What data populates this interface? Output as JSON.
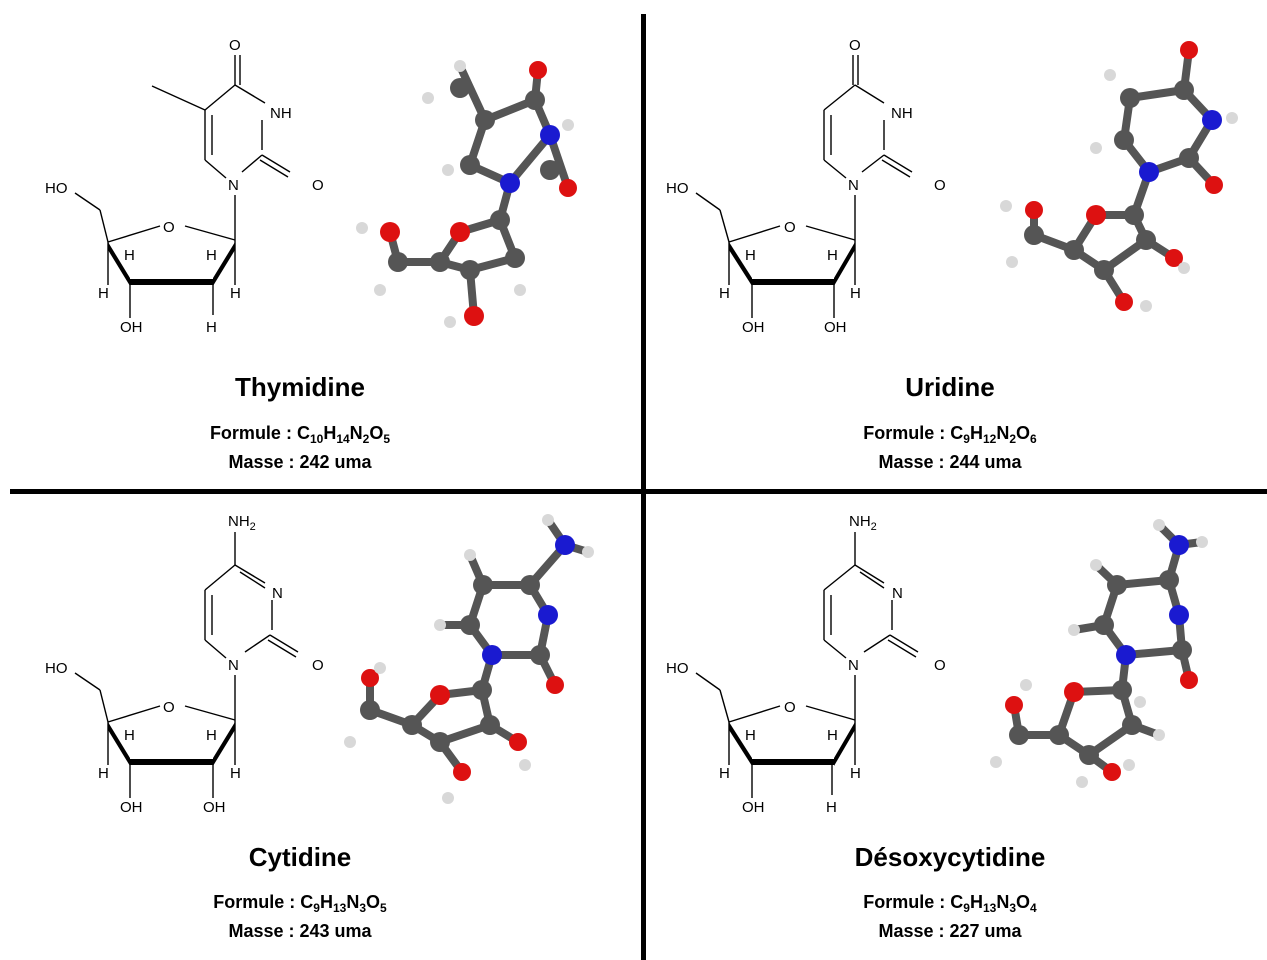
{
  "panels": [
    {
      "name": "Thymidine",
      "formula_label": "Formule : ",
      "formula": [
        [
          "C",
          "10"
        ],
        [
          "H",
          "14"
        ],
        [
          "N",
          "2"
        ],
        [
          "O",
          "5"
        ]
      ],
      "mass": "Masse : 242 uma",
      "atoms": {
        "O1": "O",
        "NH": "NH",
        "O2": "O",
        "N": "N",
        "HO": "HO",
        "Or": "O",
        "H1": "H",
        "H2": "H",
        "H3": "H",
        "H4": "H",
        "OH": "OH",
        "H5": "H"
      }
    },
    {
      "name": "Uridine",
      "formula_label": "Formule : ",
      "formula": [
        [
          "C",
          "9"
        ],
        [
          "H",
          "12"
        ],
        [
          "N",
          "2"
        ],
        [
          "O",
          "6"
        ]
      ],
      "mass": "Masse : 244 uma",
      "atoms": {
        "O1": "O",
        "NH": "NH",
        "O2": "O",
        "N": "N",
        "HO": "HO",
        "Or": "O",
        "H1": "H",
        "H2": "H",
        "H3": "H",
        "H4": "H",
        "OH": "OH",
        "OH2": "OH"
      }
    },
    {
      "name": "Cytidine",
      "formula_label": "Formule : ",
      "formula": [
        [
          "C",
          "9"
        ],
        [
          "H",
          "13"
        ],
        [
          "N",
          "3"
        ],
        [
          "O",
          "5"
        ]
      ],
      "mass": "Masse : 243 uma",
      "atoms": {
        "NH2": "NH",
        "NH2sub": "2",
        "Nr": "N",
        "O2": "O",
        "N": "N",
        "HO": "HO",
        "Or": "O",
        "H1": "H",
        "H2": "H",
        "H3": "H",
        "H4": "H",
        "OH": "OH",
        "OH2": "OH"
      }
    },
    {
      "name": "Désoxycytidine",
      "formula_label": "Formule : ",
      "formula": [
        [
          "C",
          "9"
        ],
        [
          "H",
          "13"
        ],
        [
          "N",
          "3"
        ],
        [
          "O",
          "4"
        ]
      ],
      "mass": "Masse : 227 uma",
      "atoms": {
        "NH2": "NH",
        "NH2sub": "2",
        "Nr": "N",
        "O2": "O",
        "N": "N",
        "HO": "HO",
        "Or": "O",
        "H1": "H",
        "H2": "H",
        "H3": "H",
        "H4": "H",
        "OH": "OH",
        "H5": "H"
      }
    }
  ],
  "colors": {
    "carbon": "#555555",
    "nitrogen": "#1a1ad0",
    "oxygen": "#dd1111",
    "hydrogen": "#d8d8d8",
    "bond": "#000000"
  }
}
